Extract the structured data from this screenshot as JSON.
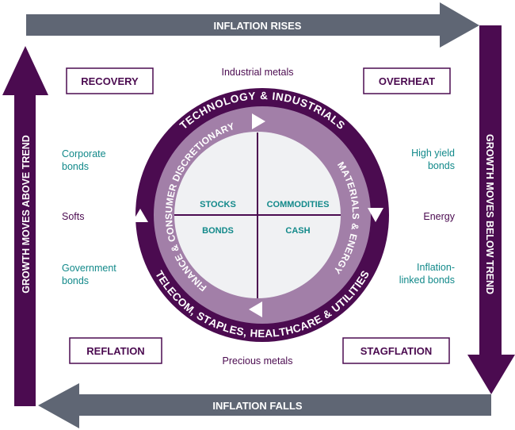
{
  "colors": {
    "purple": "#4b0b50",
    "lilac": "#a27fa8",
    "gray_arrow": "#5f6674",
    "teal": "#12898a",
    "inner": "#f0f1f3"
  },
  "arrows": {
    "top": "INFLATION RISES",
    "right": "GROWTH MOVES BELOW TREND",
    "bottom": "INFLATION FALLS",
    "left": "GROWTH MOVES ABOVE TREND"
  },
  "phases": {
    "recovery": "RECOVERY",
    "overheat": "OVERHEAT",
    "reflation": "REFLATION",
    "stagflation": "STAGFLATION"
  },
  "commodities": {
    "top": "Industrial metals",
    "bottom": "Precious metals",
    "left": "Softs",
    "right": "Energy"
  },
  "bonds": {
    "left_top": [
      "Corporate",
      "bonds"
    ],
    "left_bottom": [
      "Government",
      "bonds"
    ],
    "right_top": [
      "High yield",
      "bonds"
    ],
    "right_bottom": [
      "Inflation-",
      "linked bonds"
    ]
  },
  "sectors": {
    "outer_top": "TECHNOLOGY & INDUSTRIALS",
    "outer_bottom": "TELECOM, STAPLES, HEALTHCARE & UTILITIES",
    "inner_left": "FINANCE & CONSUMER DISCRETIONARY",
    "inner_right": "MATERIALS & ENERGY"
  },
  "assets": {
    "stocks": "STOCKS",
    "commodities": "COMMODITIES",
    "bonds": "BONDS",
    "cash": "CASH"
  }
}
